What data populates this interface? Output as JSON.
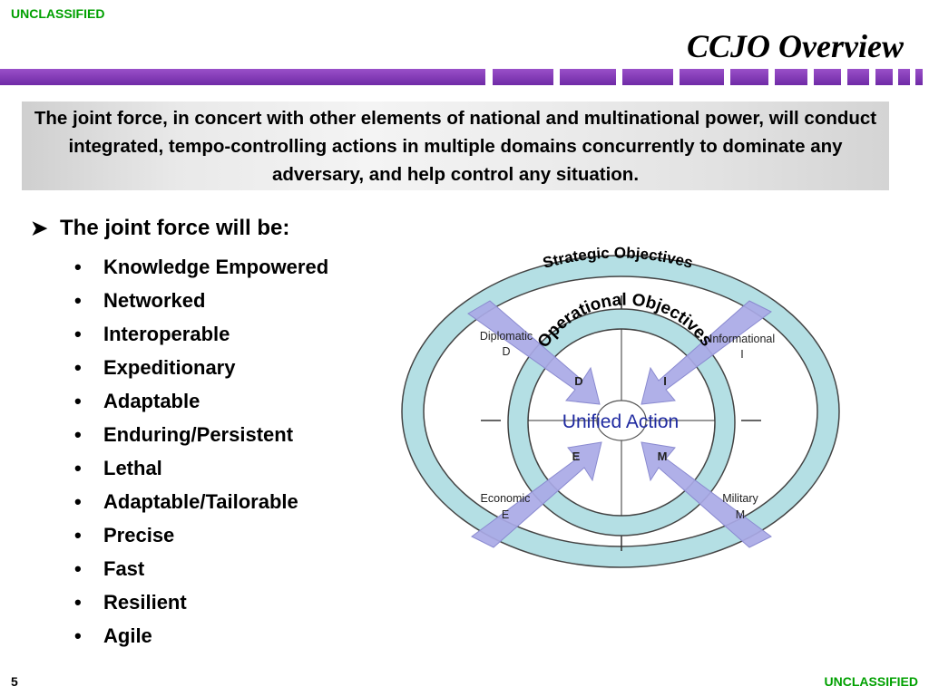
{
  "header": {
    "classification_top": "UNCLASSIFIED",
    "title": "CCJO Overview"
  },
  "banner": {
    "text": "The joint force, in concert with other elements of national and multinational power, will conduct integrated, tempo-controlling actions in multiple domains concurrently to dominate any adversary, and help control any situation."
  },
  "bullets": {
    "main": "The joint force will be:",
    "items": [
      "Knowledge Empowered",
      "Networked",
      "Interoperable",
      "Expeditionary",
      "Adaptable",
      "Enduring/Persistent",
      "Lethal",
      "Adaptable/Tailorable",
      "Precise",
      "Fast",
      "Resilient",
      "Agile"
    ]
  },
  "diagram": {
    "outer_ring_label": "Strategic Objectives",
    "inner_ring_label": "Operational Objectives",
    "center_label": "Unified Action",
    "quadrants": {
      "diplomatic": {
        "name": "Diplomatic",
        "letter": "D"
      },
      "informational": {
        "name": "Informational",
        "letter": "I"
      },
      "economic": {
        "name": "Economic",
        "letter": "E"
      },
      "military": {
        "name": "Military",
        "letter": "M"
      }
    },
    "inner_letters": {
      "d": "D",
      "i": "I",
      "e": "E",
      "m": "M"
    },
    "colors": {
      "ring_fill": "#b4dfe4",
      "arrow_fill": "#a9a9e6",
      "center_text": "#1f2aa0"
    }
  },
  "footer": {
    "page_number": "5",
    "classification_bottom": "UNCLASSIFIED"
  }
}
